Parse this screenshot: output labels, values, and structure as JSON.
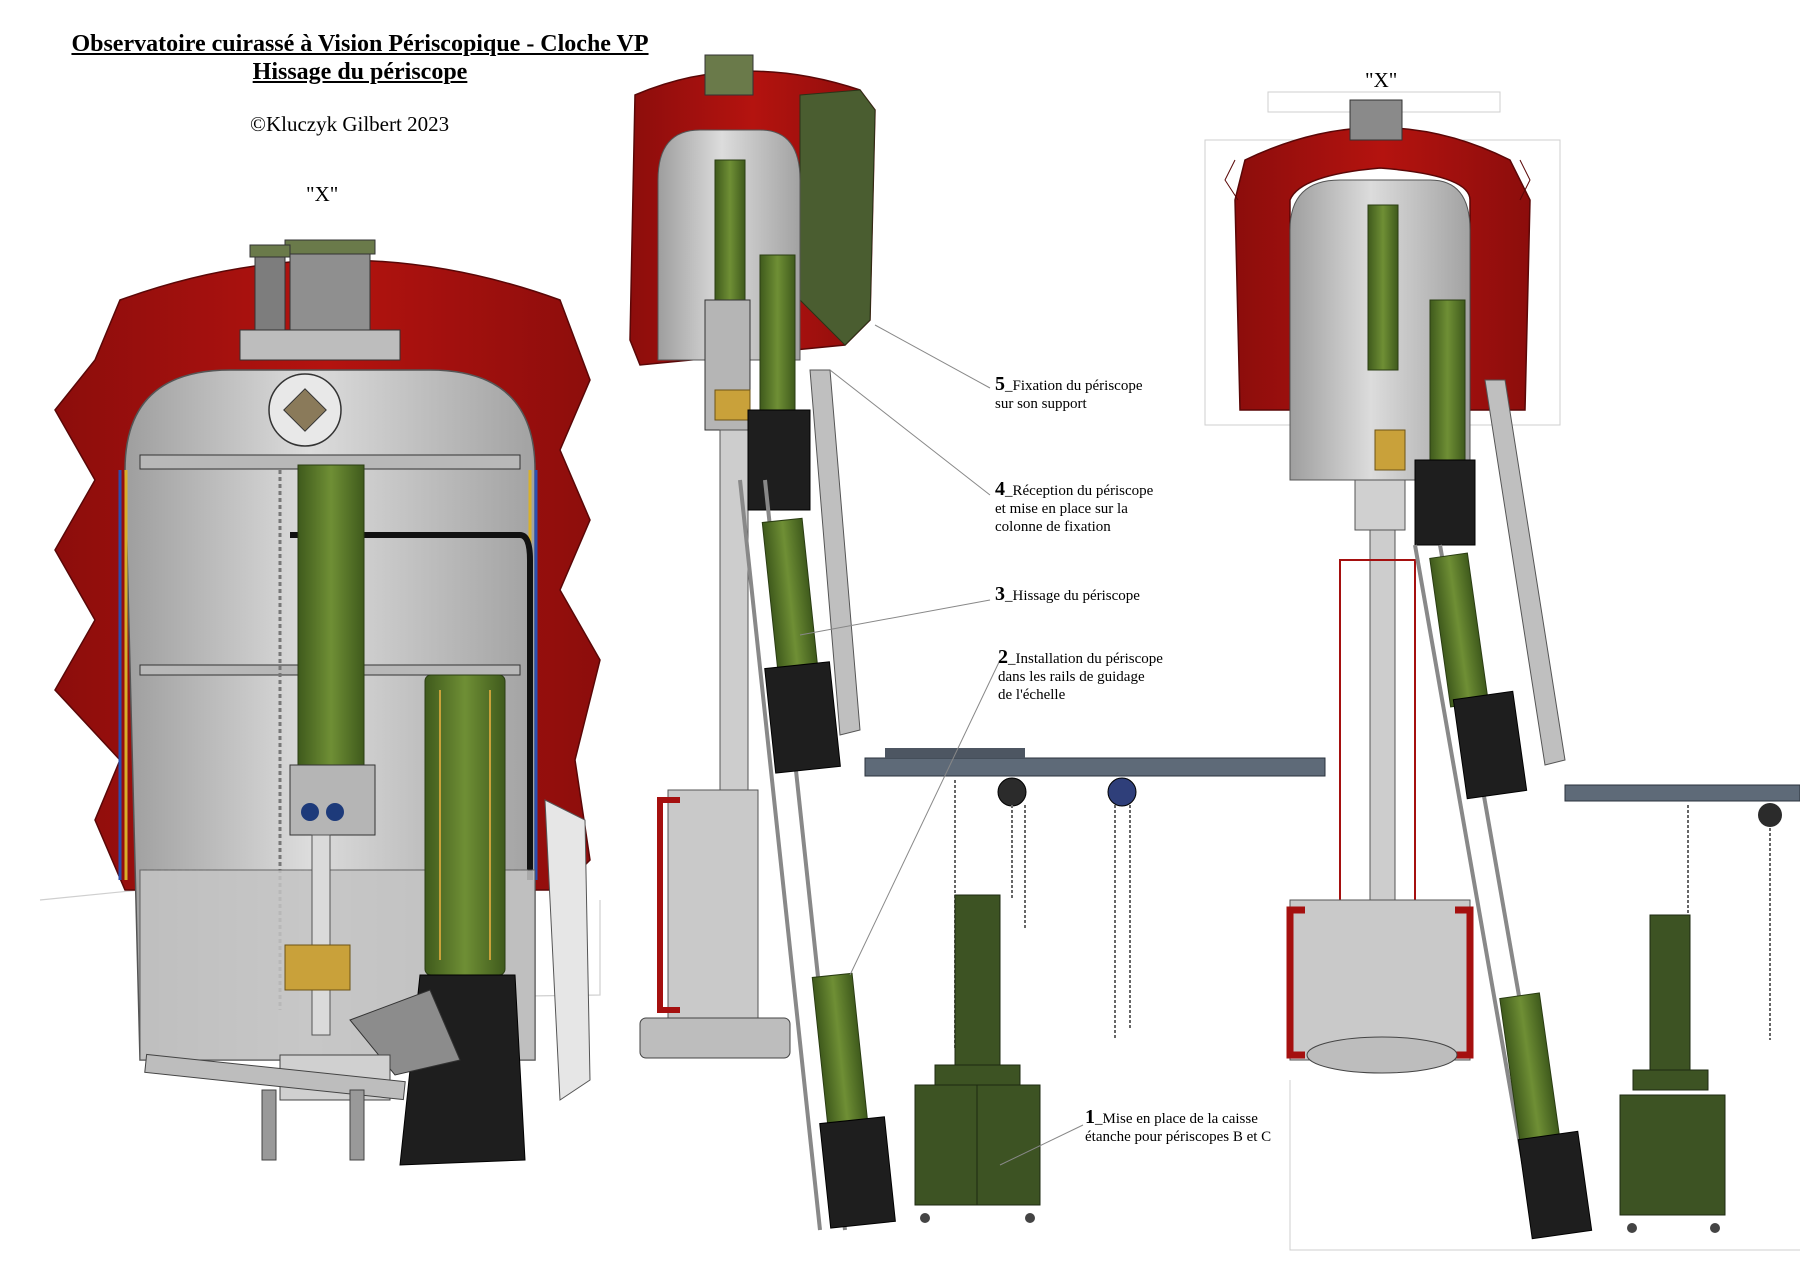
{
  "title": {
    "line1": "Observatoire cuirassé à Vision Périscopique - Cloche VP",
    "line2": "Hissage du périscope"
  },
  "copyright": "©Kluczyk Gilbert 2023",
  "views": [
    {
      "label": "\"X\""
    },
    {
      "label": "\"X\""
    }
  ],
  "steps": [
    {
      "number": "5",
      "lines": [
        "_Fixation du périscope",
        "sur son support"
      ]
    },
    {
      "number": "4",
      "lines": [
        "_Réception du périscope",
        "et mise en place sur la",
        "colonne de fixation"
      ]
    },
    {
      "number": "3",
      "lines": [
        "_Hissage du périscope"
      ]
    },
    {
      "number": "2",
      "lines": [
        "_Installation du périscope",
        "dans les rails de guidage",
        "de l'échelle"
      ]
    },
    {
      "number": "1",
      "lines": [
        "_Mise en place de la caisse",
        "étanche pour périscopes B et C"
      ]
    }
  ],
  "colors": {
    "armor_red": "#a5100f",
    "interior_gray": "#c9c9c9",
    "periscope_green": "#5a7a2a",
    "dark_green": "#3d5323",
    "black": "#1b1b1b",
    "brass": "#c9a13a",
    "beam_steel": "#5e6a78"
  }
}
